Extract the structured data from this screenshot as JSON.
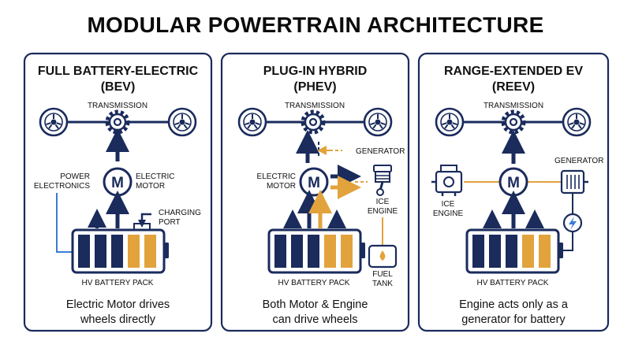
{
  "title": "MODULAR POWERTRAIN ARCHITECTURE",
  "colors": {
    "navy": "#1a2b5c",
    "orange": "#e2a33c",
    "blue_wire": "#3a7bd5"
  },
  "panels": [
    {
      "id": "bev",
      "title_line1": "FULL BATTERY-ELECTRIC",
      "title_line2": "(BEV)",
      "transmission_label": "TRANSMISSION",
      "motor_symbol": "M",
      "labels": {
        "power_electronics_1": "POWER",
        "power_electronics_2": "ELECTRONICS",
        "electric_motor_1": "ELECTRIC",
        "electric_motor_2": "MOTOR",
        "charging_port_1": "CHARGING",
        "charging_port_2": "PORT",
        "battery": "HV BATTERY PACK"
      },
      "caption_line1": "Electric Motor drives",
      "caption_line2": "wheels directly"
    },
    {
      "id": "phev",
      "title_line1": "PLUG-IN HYBRID",
      "title_line2": "(PHEV)",
      "transmission_label": "TRANSMISSION",
      "motor_symbol": "M",
      "labels": {
        "generator": "GENERATOR",
        "electric_motor_1": "ELECTRIC",
        "electric_motor_2": "MOTOR",
        "ice_engine_1": "ICE",
        "ice_engine_2": "ENGINE",
        "fuel_tank_1": "FUEL",
        "fuel_tank_2": "TANK",
        "battery": "HV BATTERY PACK"
      },
      "caption_line1": "Both Motor & Engine",
      "caption_line2": "can drive wheels"
    },
    {
      "id": "reev",
      "title_line1": "RANGE-EXTENDED EV",
      "title_line2": "(REEV)",
      "transmission_label": "TRANSMISSION",
      "motor_symbol": "M",
      "labels": {
        "generator": "GENERATOR",
        "ice_engine_1": "ICE",
        "ice_engine_2": "ENGINE",
        "battery": "HV BATTERY PACK"
      },
      "caption_line1": "Engine acts only as a",
      "caption_line2": "generator for battery"
    }
  ]
}
